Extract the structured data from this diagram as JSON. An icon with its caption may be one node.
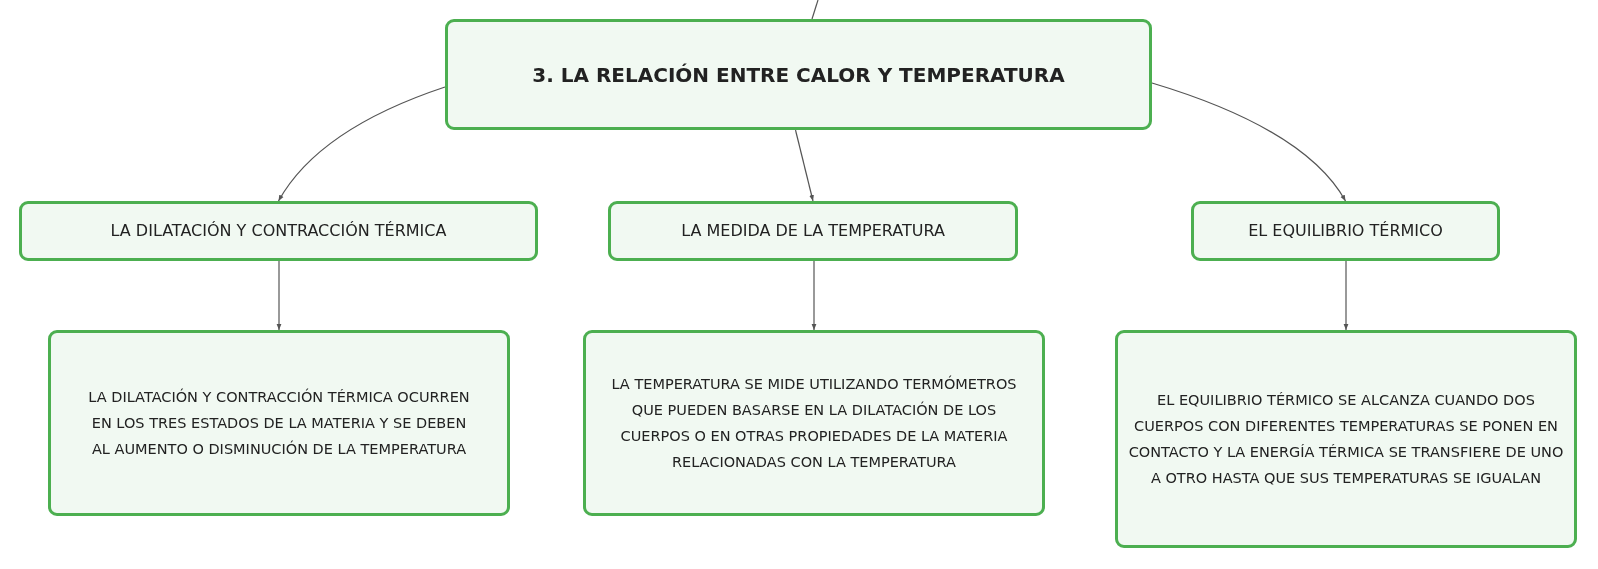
{
  "diagram": {
    "nodes": [
      {
        "text": [
          "3. LA RELACIÓN ENTRE CALOR Y TEMPERATURA"
        ]
      },
      {
        "text": [
          "LA DILATACIÓN Y CONTRACCIÓN TÉRMICA"
        ]
      },
      {
        "text": [
          "LA MEDIDA DE LA TEMPERATURA"
        ]
      },
      {
        "text": [
          "EL EQUILIBRIO TÉRMICO"
        ]
      },
      {
        "text": [
          "LA DILATACIÓN Y CONTRACCIÓN TÉRMICA OCURREN EN LOS TRES ESTADOS DE LA MATERIA Y SE DEBEN AL AUMENTO O DISMINUCIÓN DE LA TEMPERATURA"
        ]
      },
      {
        "text": [
          "LA TEMPERATURA SE MIDE UTILIZANDO TERMÓMETROS QUE PUEDEN BASARSE EN LA DILATACIÓN DE LOS CUERPOS O EN OTRAS PROPIEDADES DE LA MATERIA RELACIONADAS CON LA TEMPERATURA"
        ]
      },
      {
        "text": [
          "EL EQUILIBRIO TÉRMICO SE ALCANZA CUANDO DOS CUERPOS CON DIFERENTES TEMPERATURAS SE PONEN EN CONTACTO Y LA ENERGÍA TÉRMICA SE TRANSFIERE DE UNO A OTRO HASTA QUE SUS TEMPERATURAS SE IGUALAN"
        ]
      }
    ],
    "edges": [
      {
        "from": null,
        "to": 0,
        "arrow": "none"
      },
      {
        "from": 0,
        "to": 1,
        "arrow": "to"
      },
      {
        "from": 0,
        "to": 2,
        "arrow": "to"
      },
      {
        "from": 0,
        "to": 3,
        "arrow": "to"
      },
      {
        "from": 1,
        "to": 4,
        "arrow": "to"
      },
      {
        "from": 2,
        "to": 5,
        "arrow": "to"
      },
      {
        "from": 3,
        "to": 6,
        "arrow": "to"
      }
    ]
  }
}
